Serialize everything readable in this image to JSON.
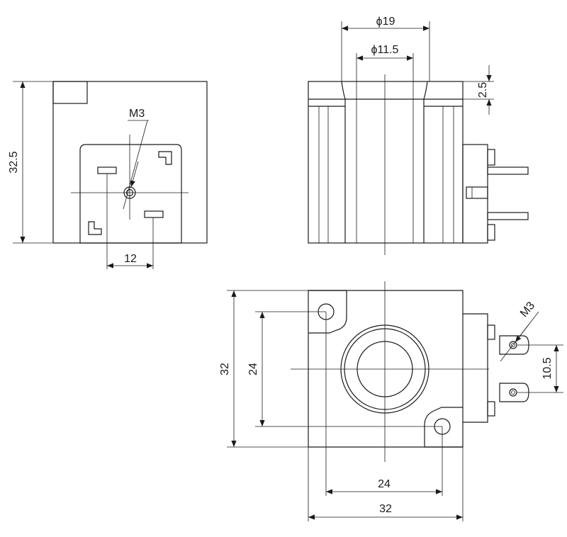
{
  "labels": {
    "front_height": "32.5",
    "front_thread": "M3",
    "front_pin_spacing": "12",
    "side_outer_dia": "ϕ19",
    "side_inner_dia": "ϕ11.5",
    "side_flange": "2.5",
    "bottom_height_outer": "32",
    "bottom_height_inner": "24",
    "bottom_width_inner": "24",
    "bottom_width_outer": "32",
    "bottom_terminal_spacing": "10.5",
    "bottom_thread": "M3"
  }
}
